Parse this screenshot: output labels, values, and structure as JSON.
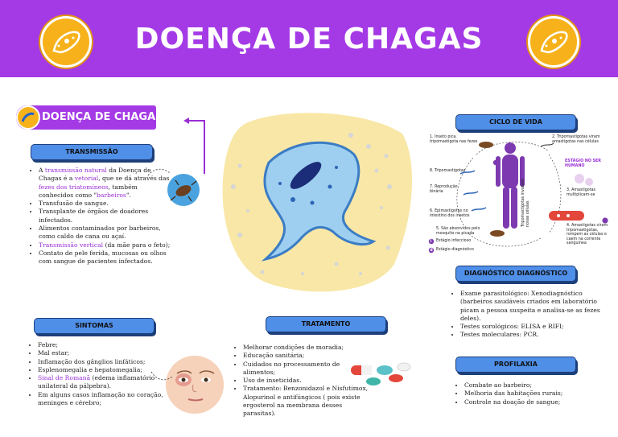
{
  "header": {
    "title": "DOENÇA DE CHAGAS"
  },
  "side_title": "DOENÇA DE CHAGAS",
  "transmissao": {
    "heading": "TRANSMISSÃO",
    "item1": {
      "a": "A ",
      "b": "transmissão natural",
      "c": " da Doença de Chagas é a ",
      "d": "vetorial",
      "e": ", que se dá através das ",
      "f": "fezes dos triatomíneos",
      "g": ", também conhecidos como \"",
      "h": "barbeiros",
      "i": "\"."
    },
    "item2": "Transfusão de sangue.",
    "item3": "Transplante de órgãos de doadores infectados.",
    "item4": "Alimentos contaminados por barbeiros, como caldo de cana ou açaí.",
    "item5": {
      "a": "Transmissão vertical",
      "b": " (da mãe para o feto);"
    },
    "item6": "Contato de pele ferida, mucosas ou olhos com sangue de pacientes infectados."
  },
  "sintomas": {
    "heading": "SINTOMAS",
    "items": [
      "Febre;",
      "Mal estar;",
      "Inflamação dos gânglios linfáticos;",
      "Esplenomegalia e hepatomegalia;"
    ],
    "romana": {
      "a": "Sinal de Romanã",
      "b": " (edema inflamatório unilateral da pálpebra)."
    },
    "last": "Em alguns casos inflamação no coração, meninges e cérebro;"
  },
  "tratamento": {
    "heading": "TRATAMENTO",
    "items": [
      "Melhorar condições de moradia;",
      "Educação sanitária;",
      "Cuidados no processamento de alimentos;",
      "Uso de inseticidas.",
      "Tratamento: Benzonidazol e Nisfutimox, Alopurinol e antifúngicos ( pois existe ergosterol na membrana desses parasitas)."
    ]
  },
  "ciclo": {
    "heading": "CICLO DE VIDA",
    "s1": "1. Inseto pica, tripomastigota nas fezes",
    "s2": "2. Tripomastigotas viram amastigotas nas células",
    "s3": "3. Amastigotas multiplicam-se",
    "s4": "4. Amastigotas viram tripomastigotas, rompem as células e caem na corrente sanguínea",
    "s5": "5. São absorvidos pelo mosquito na picada",
    "s6": "6. Epimastigotas no intestino dos insetos",
    "s7": "7. Reprodução binária",
    "s8": "8. Tripomastigotas",
    "stage_host": "ESTÁGIO NO SER HUMANO",
    "vertical": "Tripomastigotas invadem novas células",
    "legend_i": "Estágio infeccioso",
    "legend_d": "Estágio diagnóstico",
    "i_letter": "i",
    "d_letter": "d"
  },
  "diagnostico": {
    "heading": "DIAGNÓSTICO DIAGNÓSTICO",
    "items": [
      "Exame parasitológico: Xenodiagnóstico (barbeiros saudáveis criados em laboratório picam a pessoa suspeita e analisa-se as fezes deles).",
      "Testes sorológicos: ELISA e RIFI;",
      "Testes moleculares: PCR."
    ]
  },
  "profilaxia": {
    "heading": "PROFILAXIA",
    "items": [
      "Combate ao barbeiro;",
      "Melhoria das habitações rurais;",
      "Controle na doação de sangue;"
    ]
  },
  "colors": {
    "header": "#a43ae6",
    "pill": "#4f8fe8",
    "accent": "#9a2fd6",
    "badge": "#f7b21b",
    "blob": "#f8e7a6"
  },
  "icons": [
    "trypanosoma-badge-icon",
    "barbeiro-insect-icon",
    "trypanosoma-cell-icon",
    "face-icon",
    "pills-icon",
    "human-figure-icon"
  ]
}
